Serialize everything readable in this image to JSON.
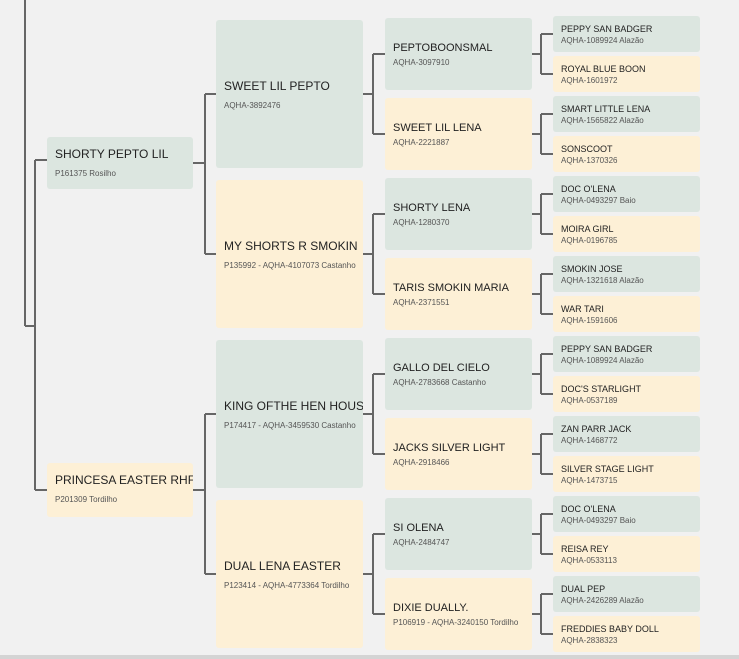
{
  "pedigree": {
    "sire": {
      "name": "SHORTY PEPTO LIL",
      "info": "P161375 Rosilho",
      "sire": {
        "name": "SWEET LIL PEPTO",
        "info": "AQHA-3892476",
        "sire": {
          "name": "PEPTOBOONSMAL",
          "info": "AQHA-3097910",
          "sire": {
            "name": "PEPPY SAN BADGER",
            "info": "AQHA-1089924 Alazão"
          },
          "dam": {
            "name": "ROYAL BLUE BOON",
            "info": "AQHA-1601972"
          }
        },
        "dam": {
          "name": "SWEET LIL LENA",
          "info": "AQHA-2221887",
          "sire": {
            "name": "SMART LITTLE LENA",
            "info": "AQHA-1565822 Alazão"
          },
          "dam": {
            "name": "SONSCOOT",
            "info": "AQHA-1370326"
          }
        }
      },
      "dam": {
        "name": "MY SHORTS R SMOKIN",
        "info": "P135992 - AQHA-4107073 Castanho",
        "sire": {
          "name": "SHORTY LENA",
          "info": "AQHA-1280370",
          "sire": {
            "name": "DOC O'LENA",
            "info": "AQHA-0493297 Baio"
          },
          "dam": {
            "name": "MOIRA GIRL",
            "info": "AQHA-0196785"
          }
        },
        "dam": {
          "name": "TARIS SMOKIN MARIA",
          "info": "AQHA-2371551",
          "sire": {
            "name": "SMOKIN JOSE",
            "info": "AQHA-1321618 Alazão"
          },
          "dam": {
            "name": "WAR TARI",
            "info": "AQHA-1591606"
          }
        }
      }
    },
    "dam": {
      "name": "PRINCESA EASTER RHF",
      "info": "P201309 Tordilho",
      "sire": {
        "name": "KING OFTHE HEN HOUSE",
        "info": "P174417 - AQHA-3459530 Castanho",
        "sire": {
          "name": "GALLO DEL CIELO",
          "info": "AQHA-2783668 Castanho",
          "sire": {
            "name": "PEPPY SAN BADGER",
            "info": "AQHA-1089924 Alazão"
          },
          "dam": {
            "name": "DOC'S STARLIGHT",
            "info": "AQHA-0537189"
          }
        },
        "dam": {
          "name": "JACKS SILVER LIGHT",
          "info": "AQHA-2918466",
          "sire": {
            "name": "ZAN PARR JACK",
            "info": "AQHA-1468772"
          },
          "dam": {
            "name": "SILVER STAGE LIGHT",
            "info": "AQHA-1473715"
          }
        }
      },
      "dam": {
        "name": "DUAL LENA EASTER",
        "info": "P123414 - AQHA-4773364 Tordilho",
        "sire": {
          "name": "SI OLENA",
          "info": "AQHA-2484747",
          "sire": {
            "name": "DOC O'LENA",
            "info": "AQHA-0493297 Baio"
          },
          "dam": {
            "name": "REISA REY",
            "info": "AQHA-0533113"
          }
        },
        "dam": {
          "name": "DIXIE DUALLY.",
          "info": "P106919 - AQHA-3240150 Tordilho",
          "sire": {
            "name": "DUAL PEP",
            "info": "AQHA-2426289 Alazão"
          },
          "dam": {
            "name": "FREDDIES BABY DOLL",
            "info": "AQHA-2838323"
          }
        }
      }
    }
  },
  "colors": {
    "sire_box": "#dce6e0",
    "dam_box": "#fdf0d6",
    "connector": "#666666",
    "background": "#f1f1f1"
  }
}
